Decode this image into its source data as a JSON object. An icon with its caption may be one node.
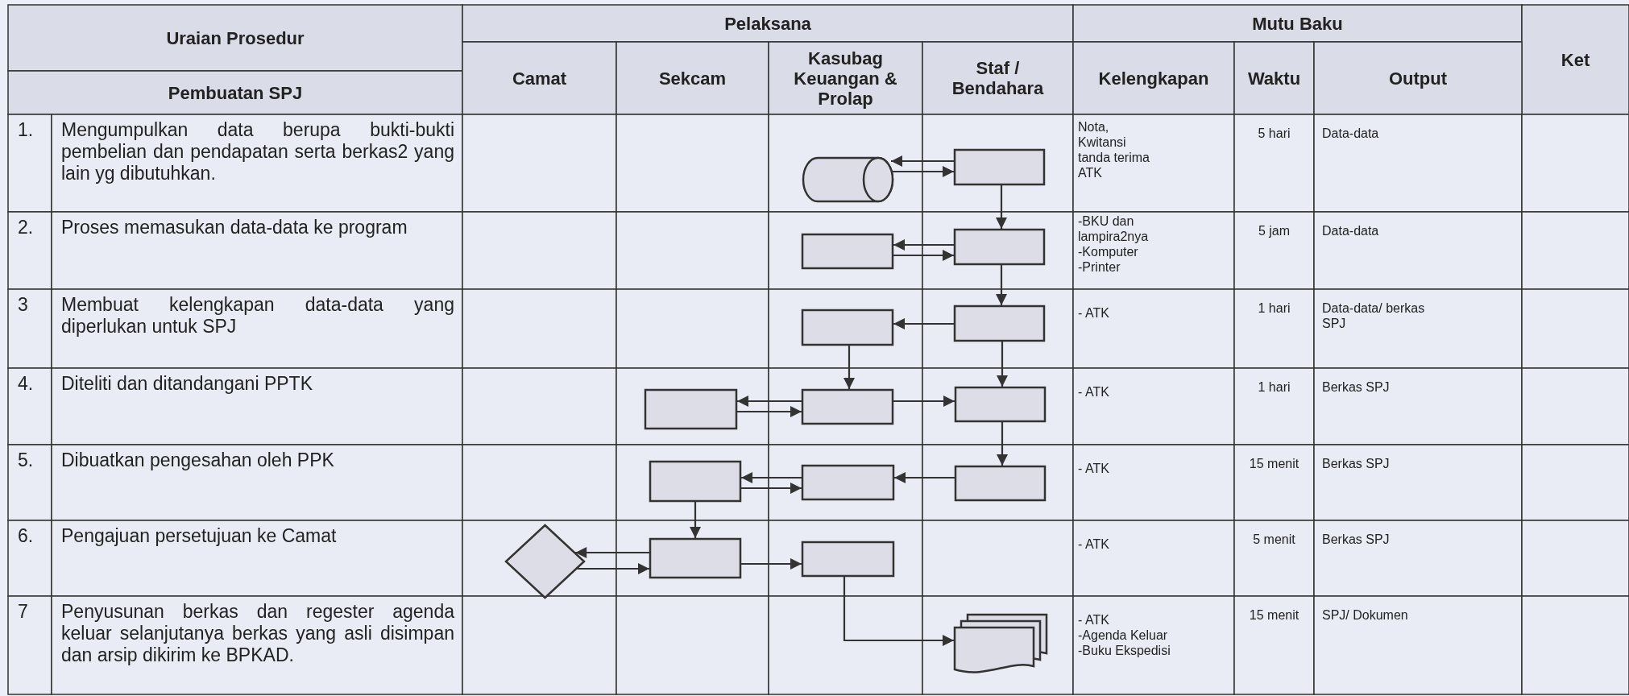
{
  "diagram": {
    "nodes": [
      {
        "text": [],
        "shape": "cylinder"
      },
      {
        "text": [],
        "shape": "box"
      },
      {
        "text": [],
        "shape": "box"
      },
      {
        "text": [],
        "shape": "box"
      },
      {
        "text": [],
        "shape": "box"
      },
      {
        "text": [],
        "shape": "box"
      },
      {
        "text": [],
        "shape": "box"
      },
      {
        "text": [],
        "shape": "box"
      },
      {
        "text": [],
        "shape": "box"
      },
      {
        "text": [],
        "shape": "box"
      },
      {
        "text": [],
        "shape": "box"
      },
      {
        "text": [],
        "shape": "box"
      },
      {
        "text": [],
        "shape": "diamond"
      },
      {
        "text": [],
        "shape": "box"
      },
      {
        "text": [],
        "shape": "box"
      },
      {
        "text": [],
        "shape": "document"
      }
    ],
    "edges": [
      {
        "from": 1,
        "to": 0,
        "arrow": "to"
      },
      {
        "from": 0,
        "to": 1,
        "arrow": "to"
      },
      {
        "from": 1,
        "to": 3,
        "arrow": "to"
      },
      {
        "from": 3,
        "to": 2,
        "arrow": "to"
      },
      {
        "from": 2,
        "to": 3,
        "arrow": "to"
      },
      {
        "from": 3,
        "to": 5,
        "arrow": "to"
      },
      {
        "from": 5,
        "to": 4,
        "arrow": "to"
      },
      {
        "from": 4,
        "to": 7,
        "arrow": "to"
      },
      {
        "from": 5,
        "to": 8,
        "arrow": "to"
      },
      {
        "from": 7,
        "to": 6,
        "arrow": "to"
      },
      {
        "from": 6,
        "to": 7,
        "arrow": "to"
      },
      {
        "from": 7,
        "to": 8,
        "arrow": "to"
      },
      {
        "from": 8,
        "to": 11,
        "arrow": "to"
      },
      {
        "from": 11,
        "to": 10,
        "arrow": "to"
      },
      {
        "from": 10,
        "to": 9,
        "arrow": "to"
      },
      {
        "from": 9,
        "to": 10,
        "arrow": "to"
      },
      {
        "from": 9,
        "to": 13,
        "arrow": "to"
      },
      {
        "from": 13,
        "to": 12,
        "arrow": "to"
      },
      {
        "from": 12,
        "to": 13,
        "arrow": "to"
      },
      {
        "from": 13,
        "to": 14,
        "arrow": "to"
      },
      {
        "from": 14,
        "to": 15,
        "arrow": "to"
      }
    ],
    "labels": [
      "Uraian Prosedur",
      "Pelaksana",
      "Mutu Baku",
      "Ket",
      "Pembuatan SPJ",
      "Camat",
      "Sekcam",
      "Kasubag Keuangan & Prolap",
      "Staf / Bendahara",
      "Kelengkapan",
      "Waktu",
      "Output",
      "1.",
      "Mengumpulkan data berupa bukti-bukti pembelian dan pendapatan serta berkas2 yang lain yg dibutuhkan.",
      "Nota, Kwitansi tanda terima ATK",
      "5 hari",
      "Data-data",
      "2.",
      "Proses memasukan data-data ke program",
      "-BKU dan lampira2nya",
      "-Komputer",
      "-Printer",
      "5 jam",
      "Data-data",
      "3",
      "Membuat kelengkapan data-data yang diperlukan untuk SPJ",
      "- ATK",
      "1 hari",
      "Data-data/ berkas SPJ",
      "4.",
      "Diteliti dan ditandangani PPTK",
      "- ATK",
      "1 hari",
      "Berkas SPJ",
      "5.",
      "Dibuatkan pengesahan oleh PPK",
      "- ATK",
      "15 menit",
      "Berkas SPJ",
      "6.",
      "Pengajuan persetujuan ke Camat",
      "- ATK",
      "5 menit",
      "Berkas SPJ",
      "7",
      "Penyusunan berkas dan regester agenda keluar selanjutanya berkas yang asli disimpan dan arsip dikirim ke BPKAD.",
      "- ATK",
      "-Agenda Keluar",
      "-Buku Ekspedisi",
      "15 menit",
      "SPJ/ Dokumen"
    ]
  }
}
